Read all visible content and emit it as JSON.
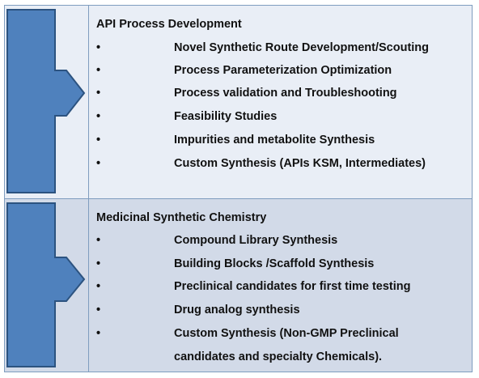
{
  "colors": {
    "panel1_bg": "#e9eef6",
    "panel2_bg": "#d2dae8",
    "border": "#7f9dbf",
    "arrow_fill": "#4f81bd",
    "arrow_stroke": "#2c5380"
  },
  "sections": [
    {
      "icon": "right-arrow-icon",
      "heading": "API Process Development",
      "bullet": "•",
      "items": [
        "Novel Synthetic Route Development/Scouting",
        "Process Parameterization Optimization",
        "Process validation and Troubleshooting",
        "Feasibility Studies",
        "Impurities and metabolite Synthesis",
        "Custom Synthesis (APIs KSM, Intermediates)"
      ]
    },
    {
      "icon": "right-arrow-icon",
      "heading": "Medicinal Synthetic Chemistry",
      "bullet": "•",
      "items": [
        "Compound Library Synthesis",
        "Building Blocks /Scaffold Synthesis",
        "Preclinical candidates for first time testing",
        "Drug analog synthesis",
        "Custom Synthesis (Non-GMP Preclinical"
      ],
      "continuation": "candidates  and specialty Chemicals)."
    }
  ]
}
